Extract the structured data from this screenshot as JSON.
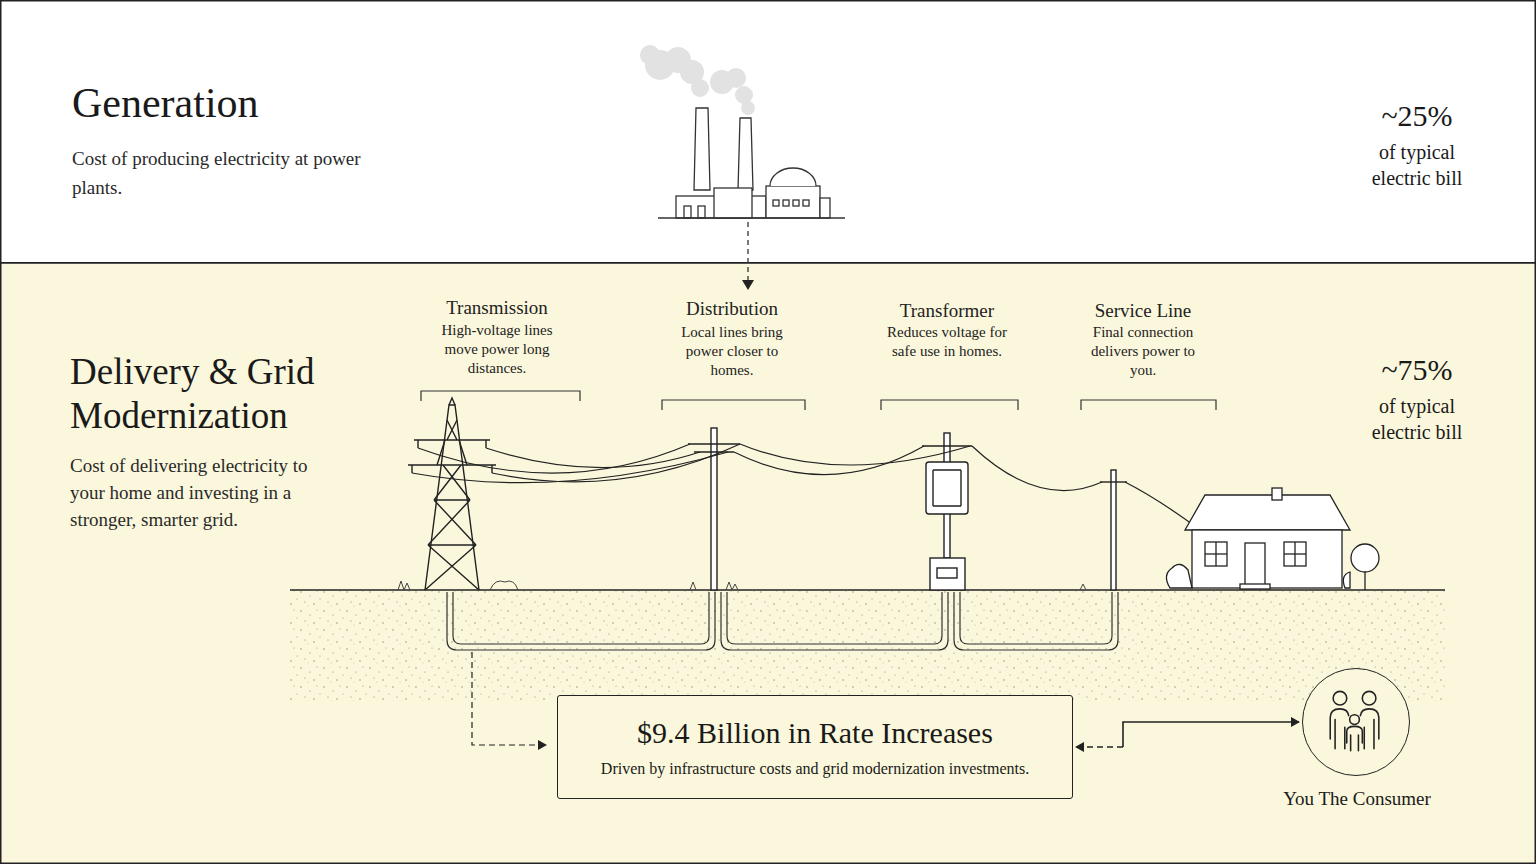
{
  "diagram": {
    "nodes": [
      {
        "text": [
          "Generation",
          "Cost of producing electricity at power plants.",
          "~25%",
          "of typical electric bill"
        ]
      },
      {
        "text": [
          "Delivery & Grid Modernization",
          "Cost of delivering electricity to your home and investing in a stronger, smarter grid.",
          "~75%",
          "of typical electric bill"
        ]
      },
      {
        "text": [
          "$9.4 Billion in Rate Increases",
          "Driven by infrastructure costs and grid modernization investments."
        ],
        "in": 1
      },
      {
        "text": [
          "You The Consumer"
        ],
        "in": 1
      }
    ],
    "edges": [
      {
        "from": 2,
        "to": 3,
        "arrow": "both"
      }
    ],
    "labels": [
      "Transmission",
      "High-voltage lines move power long distances.",
      "Distribution",
      "Local lines bring power closer to homes.",
      "Transformer",
      "Reduces voltage for safe use in homes.",
      "Service Line",
      "Final connection delivers power to you."
    ]
  }
}
